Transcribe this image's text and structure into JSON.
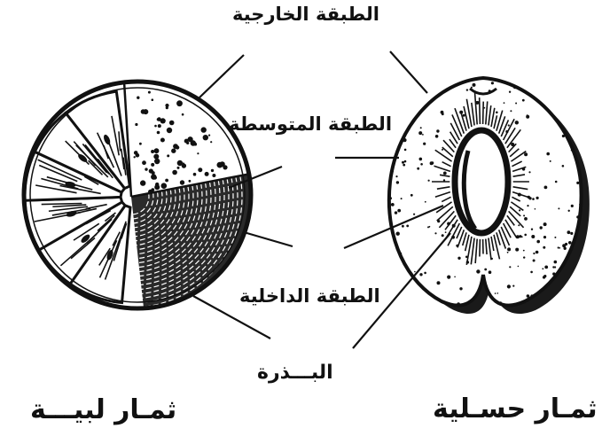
{
  "labels": {
    "outer_layer": "الطبقة الخارجية",
    "middle_layer": "الطبقة المتوسطة",
    "inner_layer": "الطبقة الداخلية",
    "seed": "البـــذرة"
  },
  "captions": {
    "left_fruit": "ثمـار لبيـــة",
    "right_fruit": "ثمـار حسـلية"
  },
  "colors": {
    "ink": "#111111",
    "paper": "#ffffff"
  }
}
